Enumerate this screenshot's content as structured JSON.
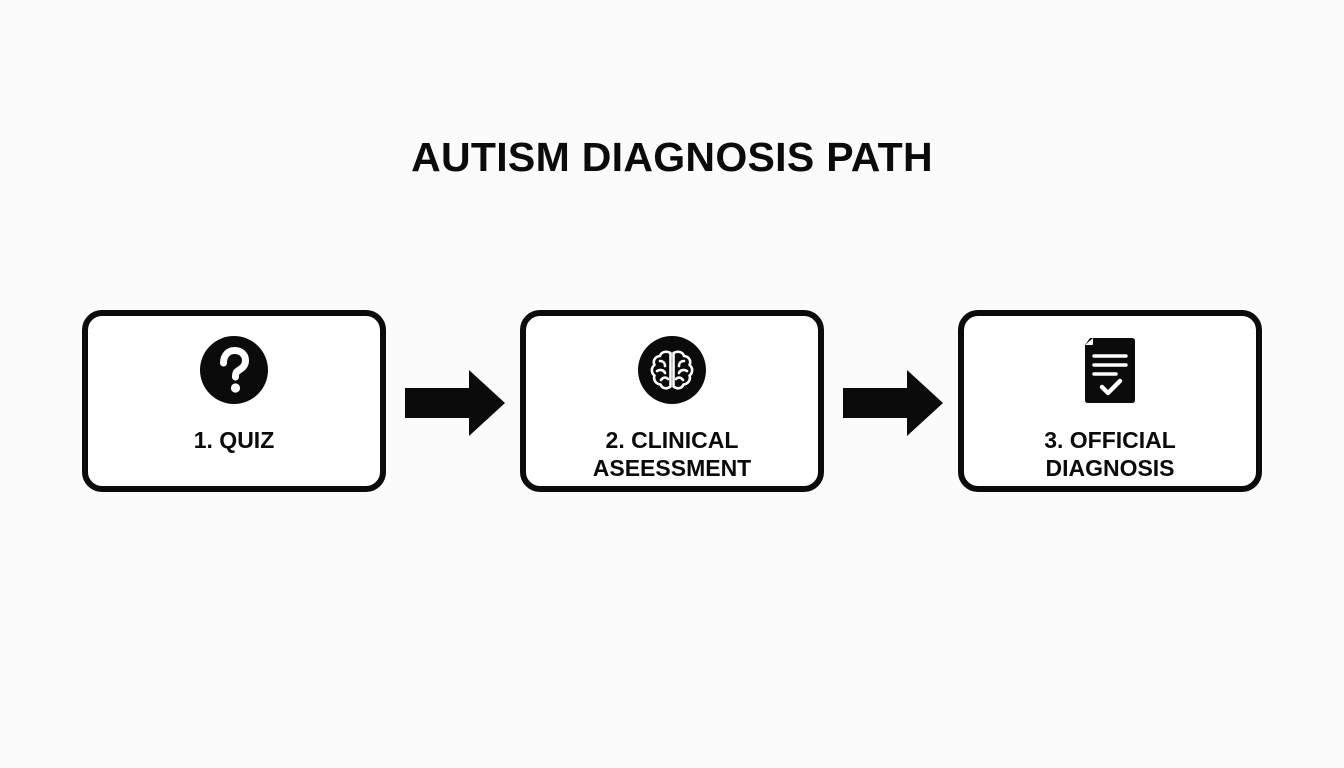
{
  "diagram": {
    "title": "AUTISM DIAGNOSIS PATH",
    "ink_color": "#0b0b0b",
    "background_color": "#fbfbfb",
    "steps": [
      {
        "lines": [
          "1. QUIZ"
        ],
        "icon": "question-mark-icon"
      },
      {
        "lines": [
          "2. CLINICAL",
          "ASEESSMENT"
        ],
        "icon": "brain-icon"
      },
      {
        "lines": [
          "3. OFFICIAL",
          "DIAGNOSIS"
        ],
        "icon": "document-check-icon"
      }
    ],
    "connectors": [
      {
        "from": 1,
        "to": 2,
        "icon": "right-arrow-icon"
      },
      {
        "from": 2,
        "to": 3,
        "icon": "right-arrow-icon"
      }
    ]
  }
}
